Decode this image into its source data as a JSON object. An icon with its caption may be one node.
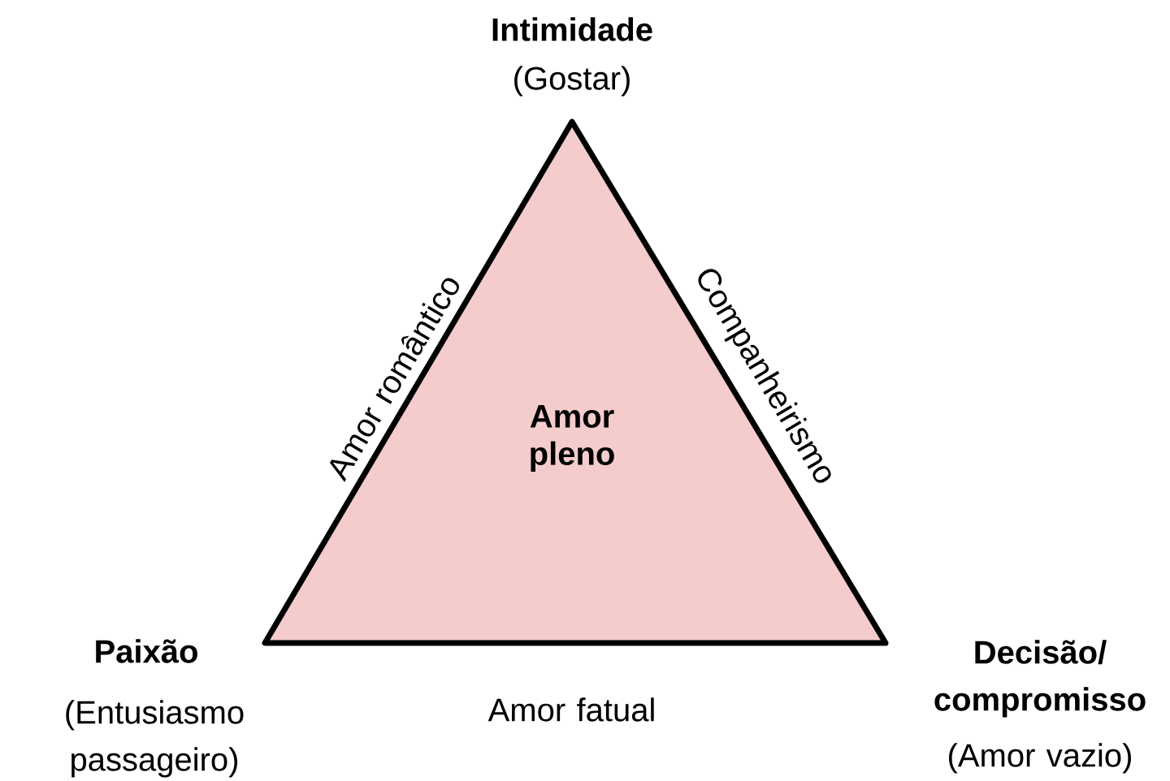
{
  "diagram": {
    "nodes": [
      {
        "text": [
          "Amor pleno"
        ]
      }
    ],
    "labels": [
      "Intimidade",
      "(Gostar)",
      "Amor romântico",
      "Companheirismo",
      "Paixão",
      "Decisão/ compromisso",
      "(Entusiasmo passageiro)",
      "Amor fatual",
      "(Amor vazio)"
    ]
  }
}
